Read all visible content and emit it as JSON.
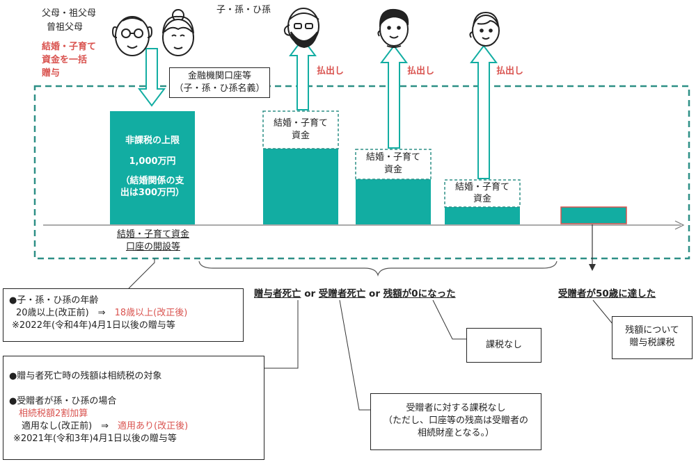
{
  "colors": {
    "teal": "#12ada2",
    "dashed_teal": "#2d8f86",
    "red_text": "#d9534f"
  },
  "donor": {
    "label_line1": "父母・祖父母",
    "label_line2": "曾祖父母",
    "gift_line1": "結婚・子育て",
    "gift_line2": "資金を一括",
    "gift_line3": "贈与"
  },
  "recipient_label": "子・孫・ひ孫",
  "account_box": {
    "line1": "金融機関口座等",
    "line2": "（子・孫・ひ孫名義）"
  },
  "withdrawal_label": "払出し",
  "limit_bar": {
    "title": "非課税の上限",
    "amount": "1,000万円",
    "note_line1": "（結婚関係の支",
    "note_line2": "出は300万円）"
  },
  "fund_label": {
    "line1": "結婚・子育て",
    "line2": "資金"
  },
  "account_opening": {
    "line1": "結婚・子育て資金",
    "line2": "口座の開設等"
  },
  "events": {
    "donor_death": "贈与者死亡",
    "or1": "or",
    "recipient_death": "受贈者死亡",
    "or2": "or",
    "balance_zero": "残額が0になった",
    "age50": "受贈者が50歳に達した"
  },
  "age_box": {
    "line1": "●子・孫・ひ孫の年齢",
    "line2_before": "20歳以上(改正前)　⇒　",
    "line2_after": "18歳以上(改正後)",
    "line3": "※2022年(令和4年)4月1日以後の贈与等"
  },
  "inheritance_box": {
    "line1": "●贈与者死亡時の残額は相続税の対象",
    "line2": "●受贈者が孫・ひ孫の場合",
    "line3": "相続税額2割加算",
    "line4_before": "適用なし(改正前)　⇒　",
    "line4_after": "適用あり(改正後)",
    "line5": "※2021年(令和3年)4月1日以後の贈与等"
  },
  "no_tax_box": {
    "line1": "受贈者に対する課税なし",
    "line2": "（ただし、口座等の残高は受贈者の",
    "line3": "相続財産となる。）"
  },
  "no_tax_zero_box": {
    "line1": "課税なし"
  },
  "gift_tax_box": {
    "line1": "残額について",
    "line2": "贈与税課税"
  }
}
